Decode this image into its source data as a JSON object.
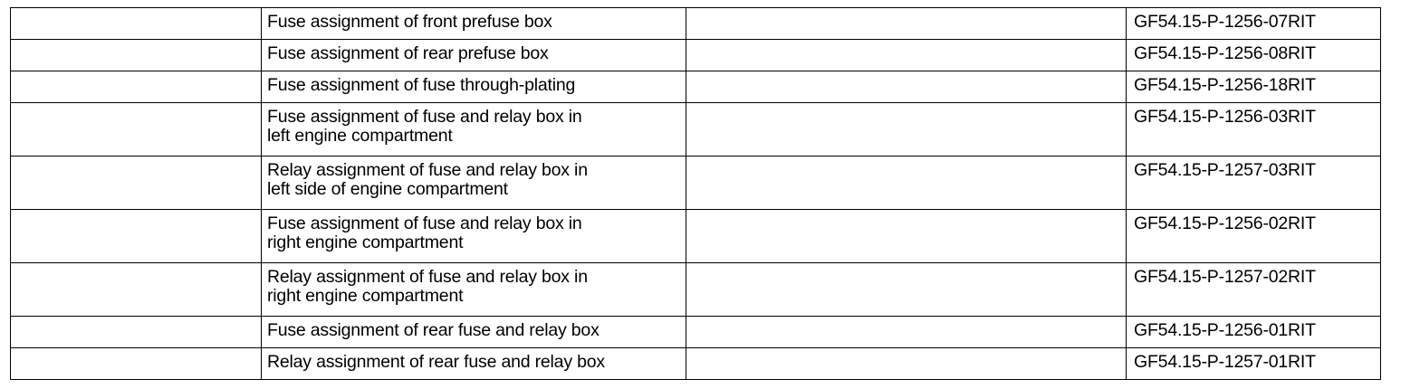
{
  "table": {
    "columns": [
      {
        "key": "tag",
        "header": "",
        "name": "column-tag"
      },
      {
        "key": "desc",
        "header": "",
        "name": "column-description"
      },
      {
        "key": "blank",
        "header": "",
        "name": "column-blank"
      },
      {
        "key": "docid",
        "header": "",
        "name": "column-document-number"
      }
    ],
    "rows": [
      {
        "tag": "",
        "desc": "Fuse assignment of front prefuse box",
        "blank": "",
        "docid": "GF54.15-P-1256-07RIT",
        "height": "short"
      },
      {
        "tag": "",
        "desc": "Fuse assignment of rear prefuse box",
        "blank": "",
        "docid": "GF54.15-P-1256-08RIT",
        "height": "short"
      },
      {
        "tag": "",
        "desc": "Fuse assignment of fuse through-plating",
        "blank": "",
        "docid": "GF54.15-P-1256-18RIT",
        "height": "short"
      },
      {
        "tag": "",
        "desc": "Fuse assignment of fuse and relay box in\nleft engine compartment",
        "blank": "",
        "docid": "GF54.15-P-1256-03RIT",
        "height": "tall"
      },
      {
        "tag": "",
        "desc": "Relay assignment of fuse and relay box in\nleft side of engine compartment",
        "blank": "",
        "docid": "GF54.15-P-1257-03RIT",
        "height": "tall"
      },
      {
        "tag": "",
        "desc": "Fuse assignment of fuse and relay box in\nright engine compartment",
        "blank": "",
        "docid": "GF54.15-P-1256-02RIT",
        "height": "tall"
      },
      {
        "tag": "",
        "desc": "Relay assignment of fuse and relay box in\nright engine compartment",
        "blank": "",
        "docid": "GF54.15-P-1257-02RIT",
        "height": "tall"
      },
      {
        "tag": "",
        "desc": "Fuse assignment of rear fuse and relay box",
        "blank": "",
        "docid": "GF54.15-P-1256-01RIT",
        "height": "short"
      },
      {
        "tag": "",
        "desc": "Relay assignment of rear fuse and relay box",
        "blank": "",
        "docid": "GF54.15-P-1257-01RIT",
        "height": "short"
      }
    ]
  },
  "colors": {
    "page_background": "#ffffff",
    "border": "#000000",
    "text": "#000000"
  }
}
